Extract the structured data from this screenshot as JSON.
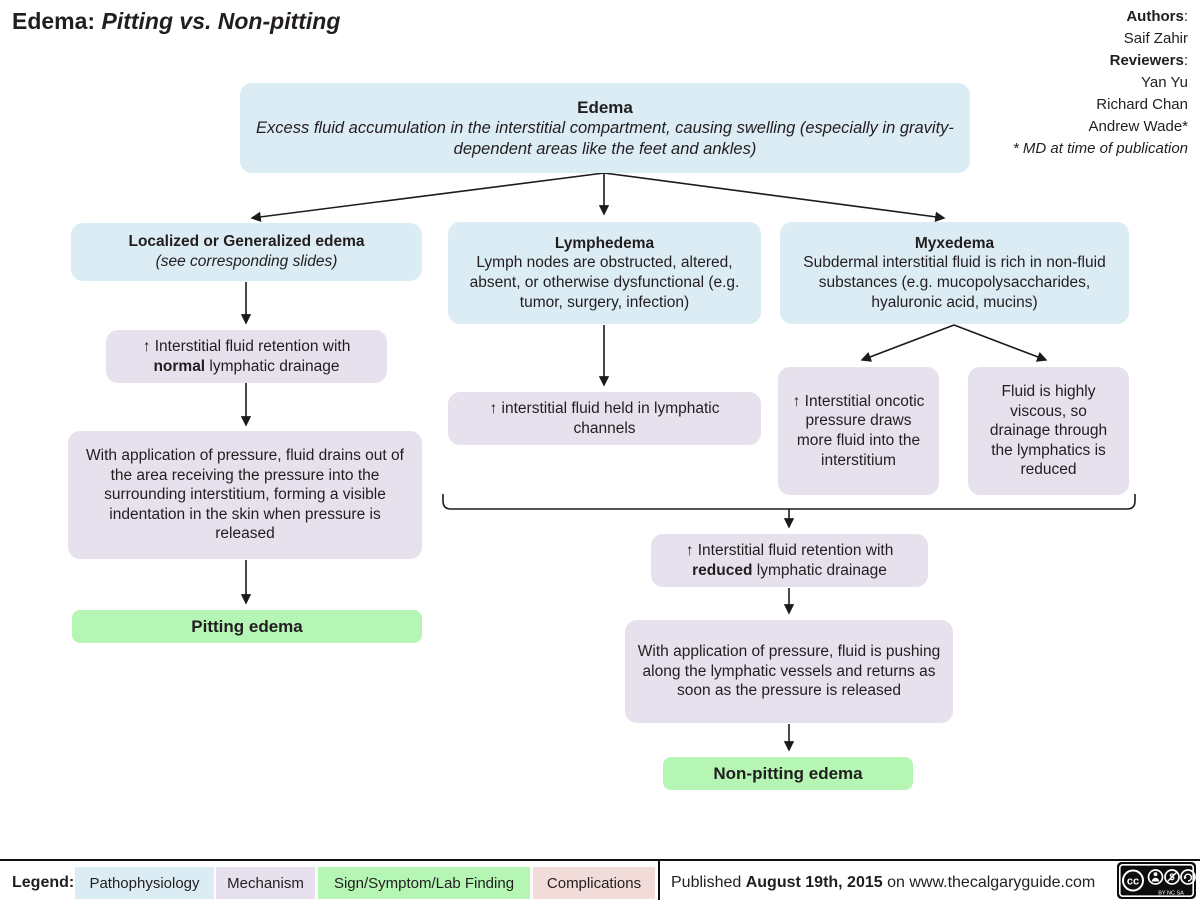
{
  "palette": {
    "pathophysiology_blue": "#dcecf4",
    "mechanism_purple": "#e7e1ed",
    "sign_green": "#b5f6b5",
    "complications_pink": "#f2dcda",
    "arrow_black": "#1b1b1b"
  },
  "header": {
    "title_main": "Edema:",
    "title_italic": " Pitting vs. Non-pitting",
    "authors_label": "Authors",
    "author_1": "Saif Zahir",
    "reviewers_label": "Reviewers",
    "reviewer_1": "Yan Yu",
    "reviewer_2": "Richard Chan",
    "reviewer_3": "Andrew Wade*",
    "footnote": "* MD at time of publication",
    "colon": ":"
  },
  "nodes": {
    "edema": {
      "title": "Edema",
      "body": "Excess fluid accumulation in the interstitial compartment, causing swelling (especially in gravity-dependent areas like the feet and ankles)"
    },
    "localized": {
      "title": "Localized or Generalized edema",
      "subtitle": "(see corresponding slides)"
    },
    "lymphedema": {
      "title": "Lymphedema",
      "body": "Lymph nodes are obstructed, altered, absent, or otherwise dysfunctional (e.g. tumor, surgery, infection)"
    },
    "myxedema": {
      "title": "Myxedema",
      "body": "Subdermal interstitial fluid is rich in non-fluid substances (e.g. mucopolysaccharides, hyaluronic acid, mucins)"
    },
    "retention_normal": {
      "pre": "↑ Interstitial fluid retention with ",
      "bold": "normal",
      "post": " lymphatic drainage"
    },
    "held_lymphatic": {
      "text": "↑ interstitial fluid held in lymphatic channels"
    },
    "oncotic": {
      "text": "↑ Interstitial oncotic pressure draws more fluid into the interstitium"
    },
    "viscous": {
      "text": "Fluid is highly viscous, so drainage through the lymphatics is reduced"
    },
    "pressure_pitting": {
      "text": "With application of pressure, fluid drains out of the area receiving the pressure into the surrounding interstitium, forming a visible indentation in the skin when pressure is released"
    },
    "pitting": {
      "label": "Pitting edema"
    },
    "retention_reduced": {
      "pre": "↑ Interstitial fluid retention with ",
      "bold": "reduced",
      "post": " lymphatic drainage"
    },
    "pressure_nonpitting": {
      "text": "With application of pressure, fluid is pushing along the lymphatic vessels and returns as soon as the pressure is released"
    },
    "nonpitting": {
      "label": "Non-pitting edema"
    }
  },
  "legend": {
    "label": "Legend:",
    "items": [
      {
        "label": "Pathophysiology",
        "color": "#dcecf4"
      },
      {
        "label": "Mechanism",
        "color": "#e7e1ed"
      },
      {
        "label": "Sign/Symptom/Lab Finding",
        "color": "#b5f6b5"
      },
      {
        "label": "Complications",
        "color": "#f2dcda"
      }
    ]
  },
  "footer": {
    "published_pre": "Published ",
    "published_date": "August 19th, 2015",
    "published_post": " on www.thecalgaryguide.com",
    "license_cc": "cc",
    "license_caption": "BY  NC  SA"
  }
}
